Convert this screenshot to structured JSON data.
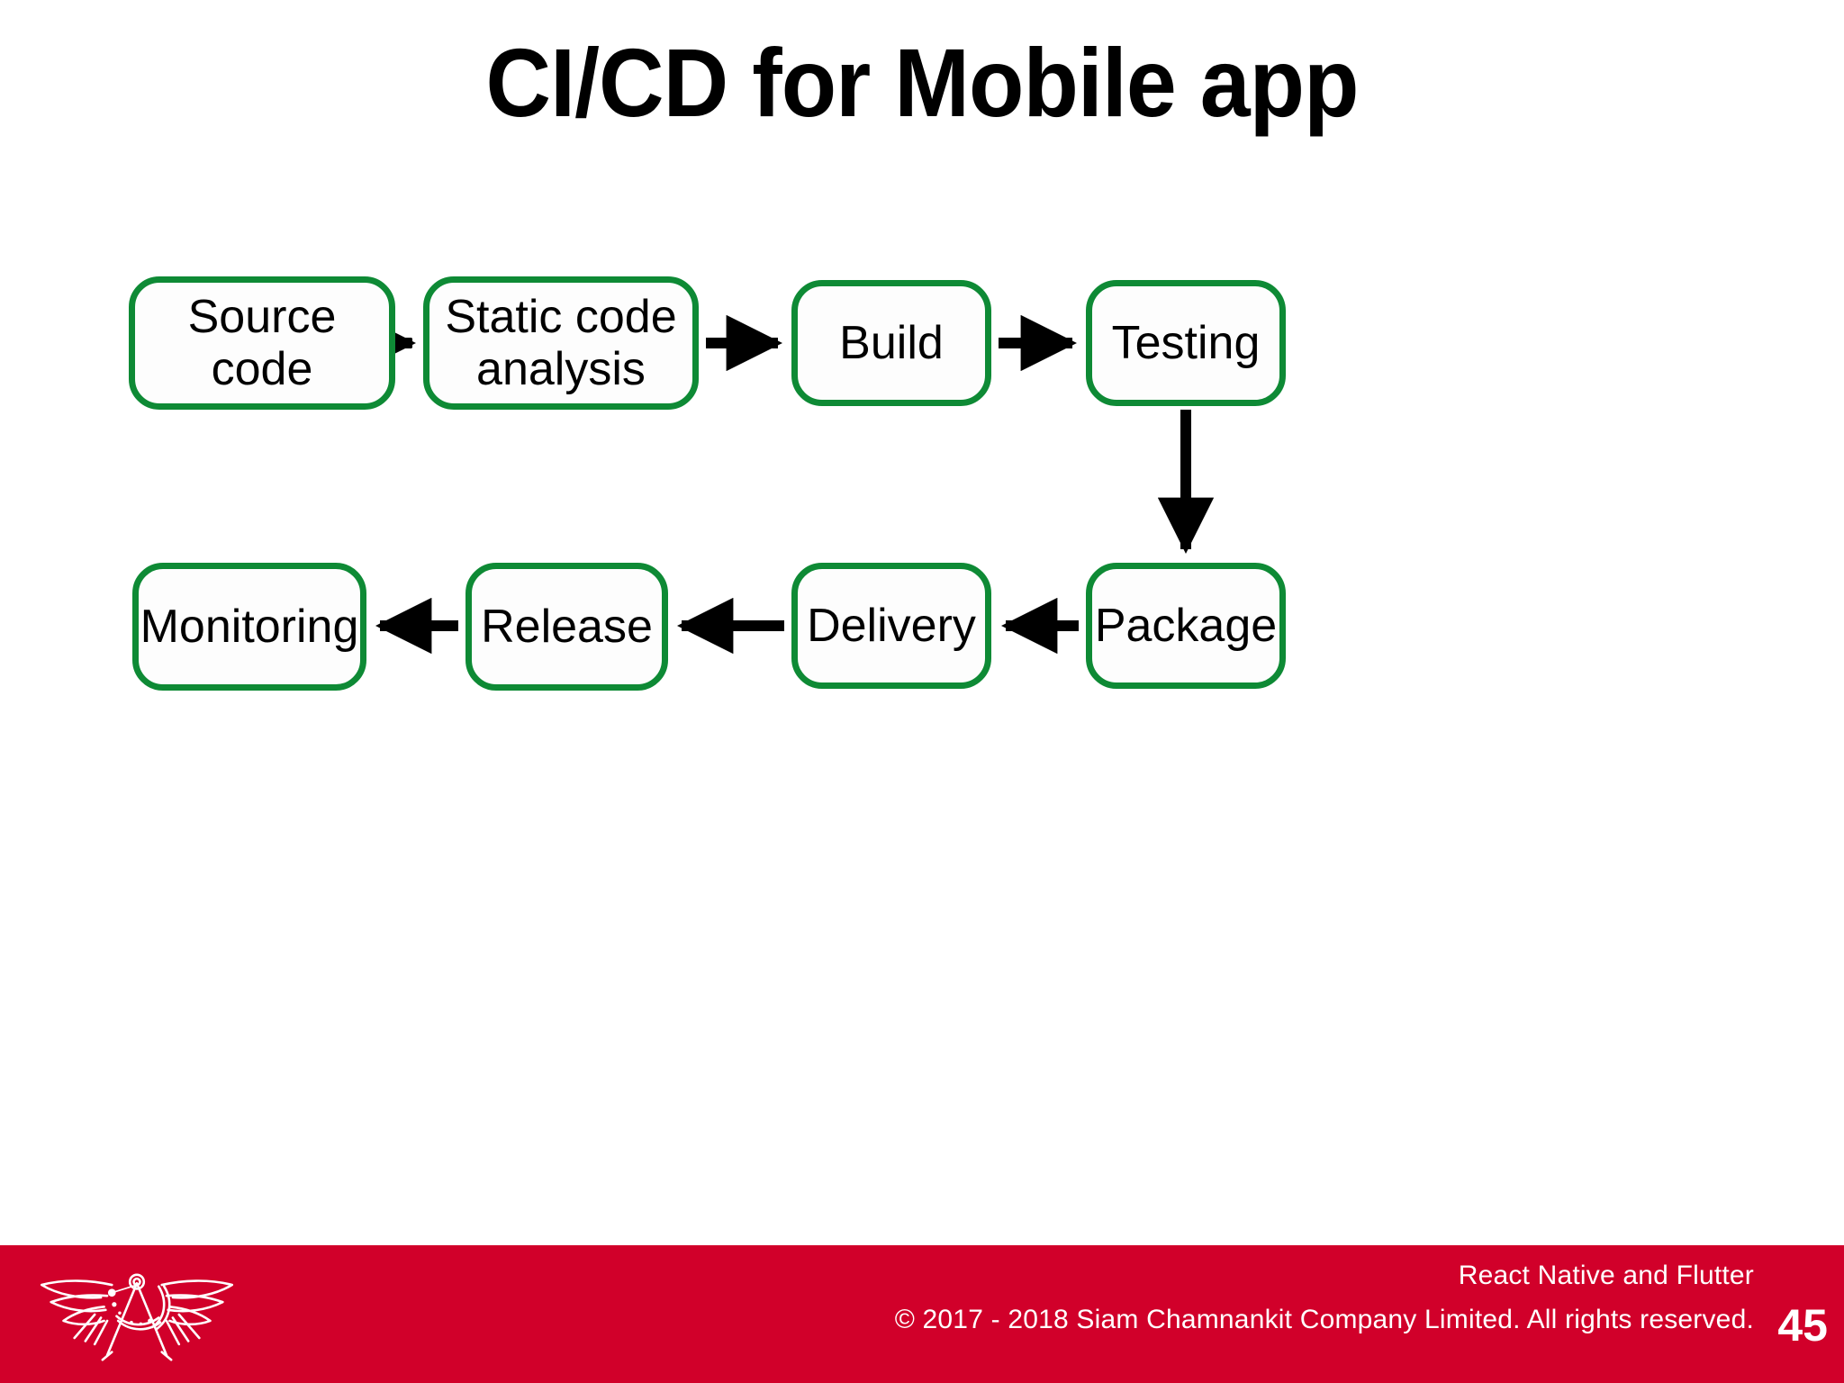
{
  "slide": {
    "title": "CI/CD for Mobile app",
    "background_color": "#FFFFFF"
  },
  "diagram": {
    "type": "flowchart",
    "node_border_color": "#0E8A35",
    "node_fill_color": "#FDFDFD",
    "arrow_color": "#000000",
    "nodes": [
      {
        "id": "source-code",
        "label": "Source\ncode",
        "row": 1,
        "order": 1
      },
      {
        "id": "static-code",
        "label": "Static code\nanalysis",
        "row": 1,
        "order": 2
      },
      {
        "id": "build",
        "label": "Build",
        "row": 1,
        "order": 3
      },
      {
        "id": "testing",
        "label": "Testing",
        "row": 1,
        "order": 4
      },
      {
        "id": "package",
        "label": "Package",
        "row": 2,
        "order": 5
      },
      {
        "id": "delivery",
        "label": "Delivery",
        "row": 2,
        "order": 6
      },
      {
        "id": "release",
        "label": "Release",
        "row": 2,
        "order": 7
      },
      {
        "id": "monitoring",
        "label": "Monitoring",
        "row": 2,
        "order": 8
      }
    ],
    "edges": [
      {
        "from": "source-code",
        "to": "static-code",
        "direction": "right"
      },
      {
        "from": "static-code",
        "to": "build",
        "direction": "right"
      },
      {
        "from": "build",
        "to": "testing",
        "direction": "right"
      },
      {
        "from": "testing",
        "to": "package",
        "direction": "down"
      },
      {
        "from": "package",
        "to": "delivery",
        "direction": "left"
      },
      {
        "from": "delivery",
        "to": "release",
        "direction": "left"
      },
      {
        "from": "release",
        "to": "monitoring",
        "direction": "left"
      }
    ]
  },
  "footer": {
    "background_color": "#D1002A",
    "logo_name": "winged-compass-logo",
    "subject": "React Native and Flutter",
    "copyright": "© 2017 - 2018 Siam Chamnankit Company Limited. All rights reserved.",
    "page_number": "45"
  }
}
